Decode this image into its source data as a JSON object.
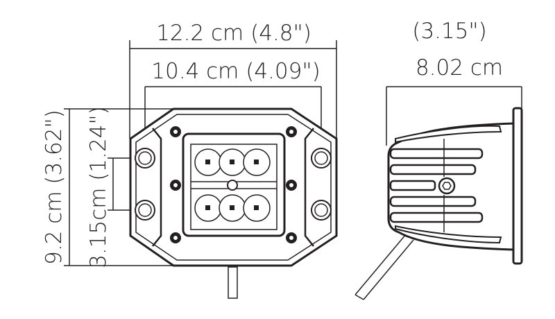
{
  "front_view": {
    "overall_width": "12.2 cm (4.8\")",
    "hole_spacing_width": "10.4 cm (4.09\")",
    "overall_height": "9.2 cm (3.62\")",
    "hole_spacing_height": "3.15cm (1.24\")"
  },
  "side_view": {
    "depth_inches": "(3.15\")",
    "depth_cm": "8.02 cm"
  },
  "colors": {
    "line": "#231f20",
    "background": "#ffffff"
  }
}
